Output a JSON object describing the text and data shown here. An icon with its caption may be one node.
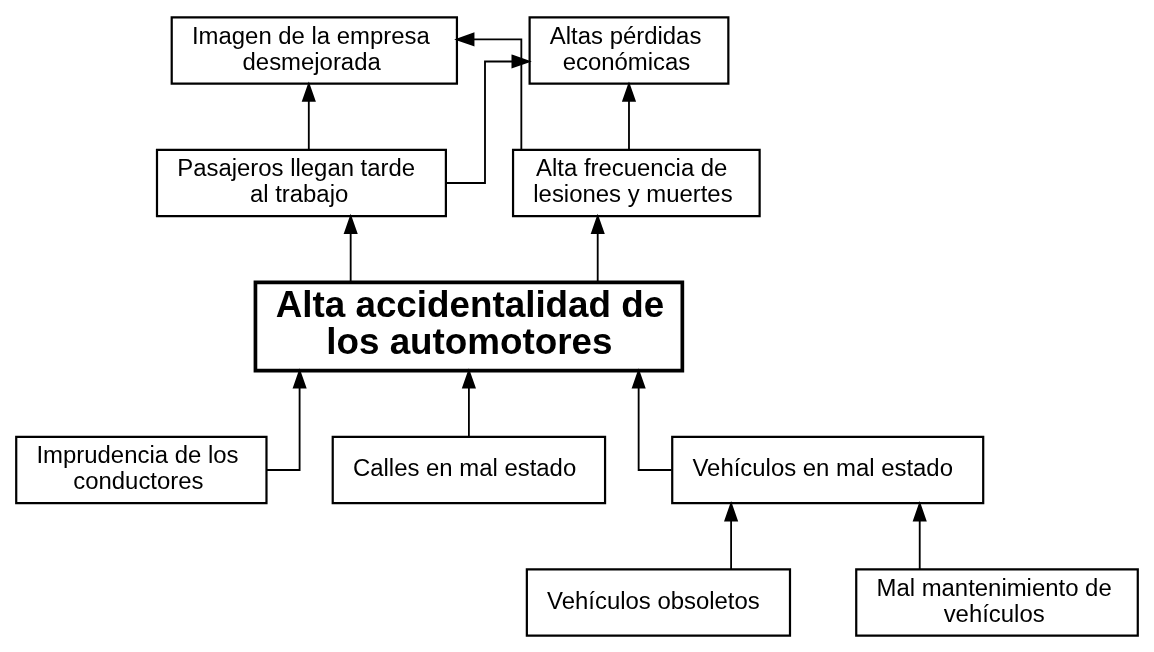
{
  "diagram": {
    "nodes": [
      {
        "text": [
          "Imagen de la empresa desmejorada"
        ]
      },
      {
        "text": [
          "Altas pérdidas económicas"
        ]
      },
      {
        "text": [
          "Pasajeros llegan tarde al trabajo"
        ]
      },
      {
        "text": [
          "Alta frecuencia de lesiones y muertes"
        ]
      },
      {
        "text": [
          "Alta accidentalidad de los automotores"
        ]
      },
      {
        "text": [
          "Imprudencia de los conductores"
        ]
      },
      {
        "text": [
          "Calles en mal estado"
        ]
      },
      {
        "text": [
          "Vehículos en mal estado"
        ]
      },
      {
        "text": [
          "Vehículos obsoletos"
        ]
      },
      {
        "text": [
          "Mal mantenimiento de vehículos"
        ]
      }
    ],
    "edges": [
      {
        "from": 2,
        "to": 0,
        "arrow": "to"
      },
      {
        "from": 2,
        "to": 1,
        "arrow": "to"
      },
      {
        "from": 3,
        "to": 0,
        "arrow": "to"
      },
      {
        "from": 3,
        "to": 1,
        "arrow": "to"
      },
      {
        "from": 4,
        "to": 2,
        "arrow": "to"
      },
      {
        "from": 4,
        "to": 3,
        "arrow": "to"
      },
      {
        "from": 5,
        "to": 4,
        "arrow": "to"
      },
      {
        "from": 6,
        "to": 4,
        "arrow": "to"
      },
      {
        "from": 7,
        "to": 4,
        "arrow": "to"
      },
      {
        "from": 8,
        "to": 7,
        "arrow": "to"
      },
      {
        "from": 9,
        "to": 7,
        "arrow": "to"
      }
    ]
  }
}
